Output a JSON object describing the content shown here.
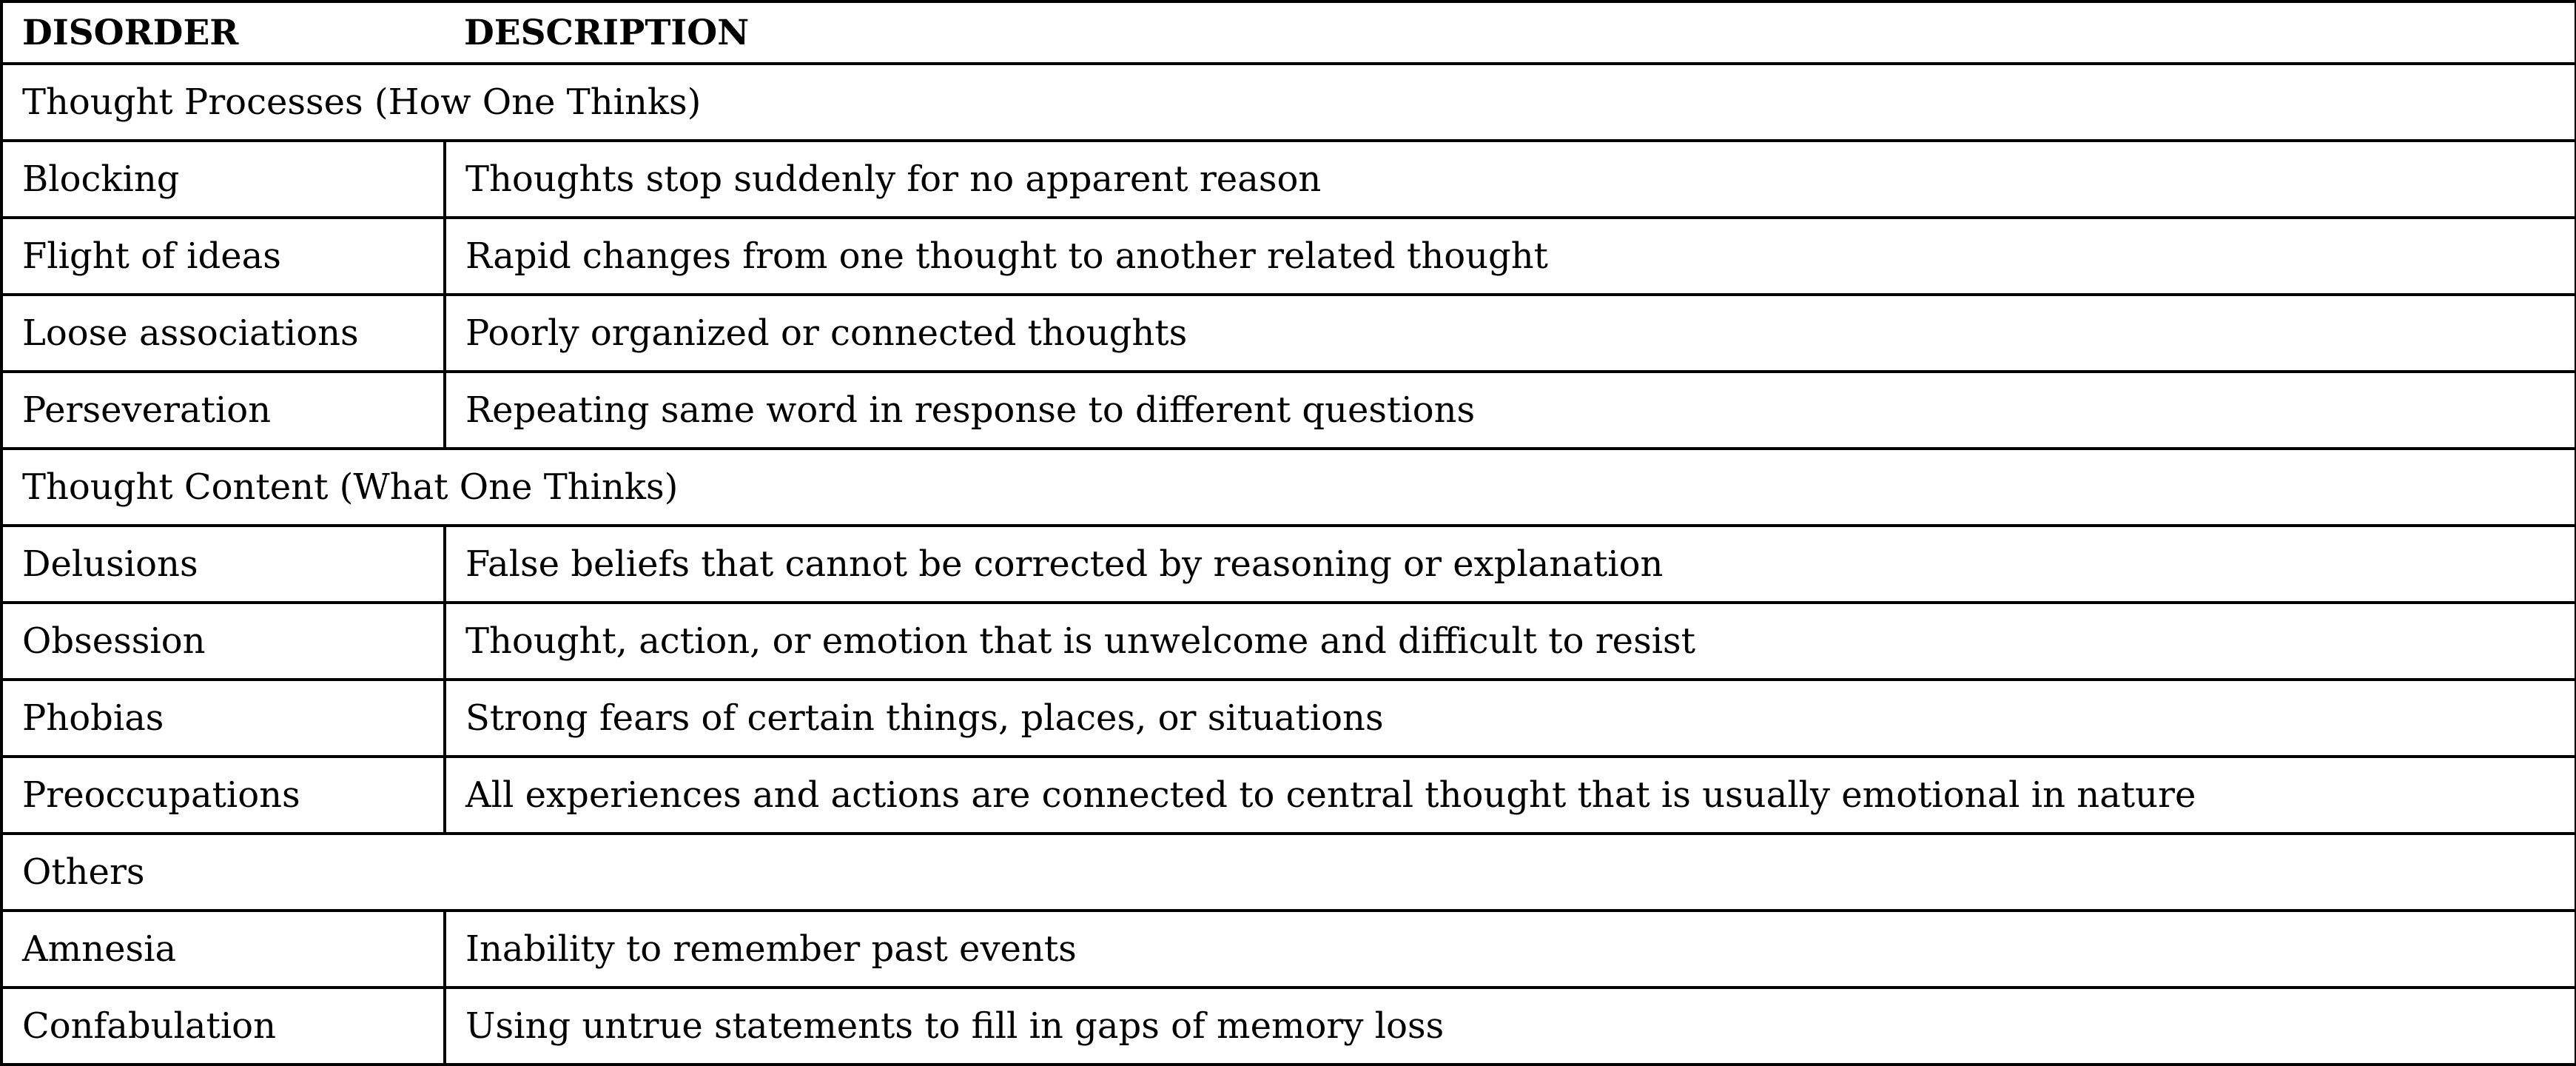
{
  "header": {
    "col1": "DISORDER",
    "col2": "DESCRIPTION"
  },
  "sections": [
    {
      "title": "Thought Processes (How One Thinks)",
      "rows": [
        {
          "disorder": "Blocking",
          "description": "Thoughts stop suddenly for no apparent reason"
        },
        {
          "disorder": "Flight of ideas",
          "description": "Rapid changes from one thought to another related thought"
        },
        {
          "disorder": "Loose associations",
          "description": "Poorly organized or connected thoughts"
        },
        {
          "disorder": "Perseveration",
          "description": "Repeating same word in response to different questions"
        }
      ]
    },
    {
      "title": "Thought Content (What One Thinks)",
      "rows": [
        {
          "disorder": "Delusions",
          "description": "False beliefs that cannot be corrected by reasoning or explanation"
        },
        {
          "disorder": "Obsession",
          "description": "Thought, action, or emotion that is unwelcome and difficult to resist"
        },
        {
          "disorder": "Phobias",
          "description": "Strong fears of certain things, places, or situations"
        },
        {
          "disorder": "Preoccupations",
          "description": "All experiences and actions are connected to central thought that is usually emotional in nature"
        }
      ]
    },
    {
      "title": "Others",
      "rows": [
        {
          "disorder": "Amnesia",
          "description": "Inability to remember past events"
        },
        {
          "disorder": "Confabulation",
          "description": "Using untrue statements to fill in gaps of memory loss"
        }
      ]
    }
  ]
}
